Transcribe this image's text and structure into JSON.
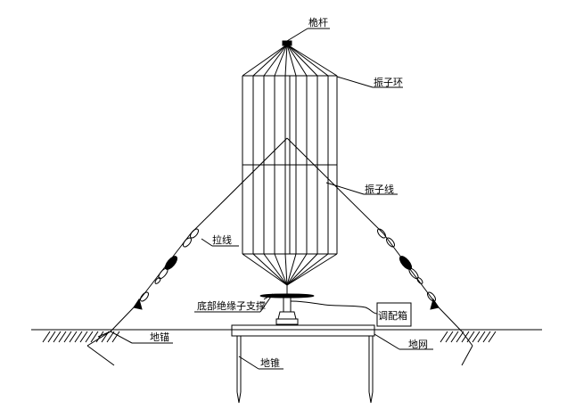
{
  "labels": {
    "mast_top": "桅杆",
    "ring": "振子环",
    "element_wire": "振子线",
    "guy_wire": "拉线",
    "base_insulator": "底部绝缘子支撑",
    "tuning_box": "调配箱",
    "ground_anchor": "地锚",
    "ground_net": "地网",
    "ground_rod": "地锥"
  },
  "colors": {
    "line": "#000000",
    "background": "#ffffff"
  }
}
